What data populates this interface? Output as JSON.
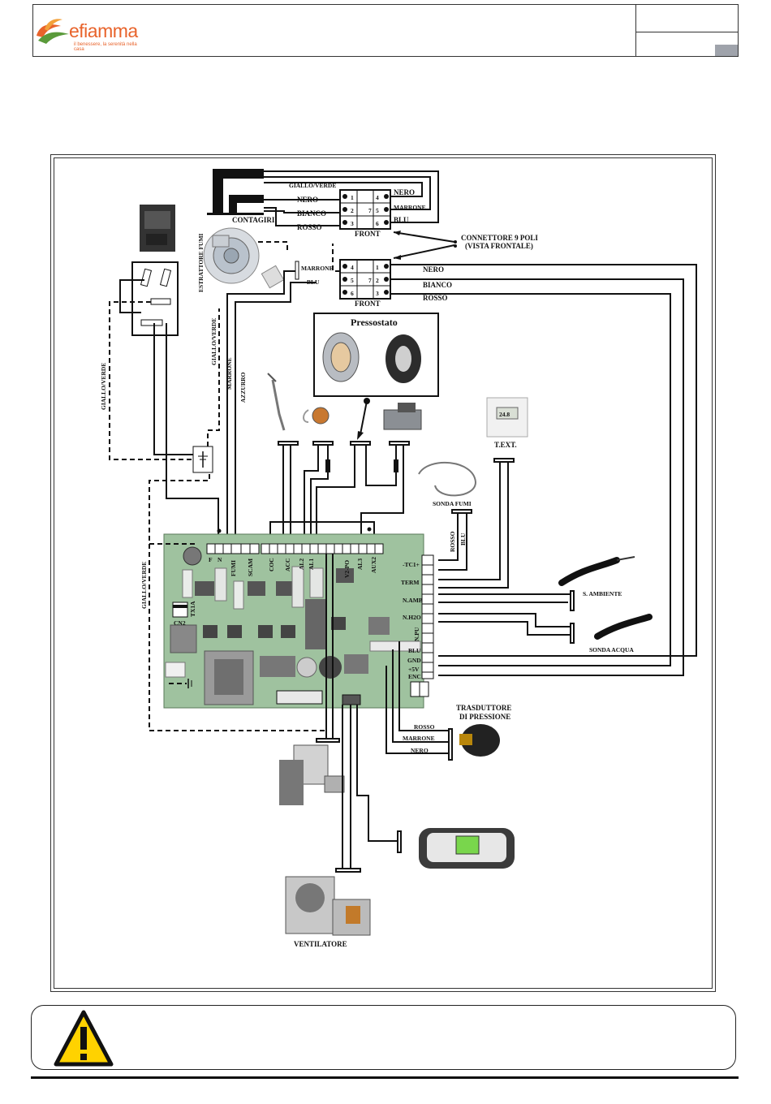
{
  "header": {
    "logo_name": "efiamma",
    "logo_tagline": "il benessere, la serenità nella casa"
  },
  "diagram": {
    "connector_top": {
      "title": "CONTAGIRI",
      "front": "FRONT",
      "pins_left": [
        "1",
        "2",
        "3"
      ],
      "pins_mid": [
        "7"
      ],
      "pins_right": [
        "4",
        "5",
        "6"
      ],
      "wire_labels_left": [
        "GIALLO/VERDE",
        "NERO",
        "BIANCO",
        "ROSSO"
      ],
      "wire_labels_right": [
        "NERO",
        "MARRONE",
        "BLU"
      ]
    },
    "connector_callout": [
      "CONNETTORE 9 POLI",
      "(VISTA FRONTALE)"
    ],
    "connector_bottom": {
      "front": "FRONT",
      "pins_left": [
        "4",
        "5",
        "6"
      ],
      "pins_mid": [
        "7"
      ],
      "pins_right": [
        "1",
        "2",
        "3"
      ],
      "wire_labels_left": [
        "MARRONE",
        "BLU"
      ],
      "wire_labels_right": [
        "NERO",
        "BIANCO",
        "ROSSO"
      ]
    },
    "extractor_label": "ESTRATTORE FUMI",
    "pressostato_label": "Pressostato",
    "vertical_labels": [
      "GIALLO/VERDE",
      "GIALLO/VERDE",
      "MARRONE",
      "AZZURRO",
      "GIALLO/VERDE"
    ],
    "text_label": "T.EXT.",
    "thermostat_display": "24.8",
    "sonda_fumi": "SONDA FUMI",
    "sonda_fumi_wires": [
      "ROSSO",
      "BLU"
    ],
    "board_top_terminals": [
      "F",
      "N",
      "FUMI",
      "SCAM",
      "COC",
      "ACC",
      "AL2",
      "AL1",
      "V2-PO",
      "AL3",
      "AUX2"
    ],
    "board_right_terminals": [
      "-TC1+",
      "TERM",
      "N.AMB",
      "N.H2O",
      "N.PU",
      "BLU",
      "GND",
      "+5V",
      "ENC"
    ],
    "board_left_terminals": [
      "TX1A",
      "CN2"
    ],
    "sensor_amb": "S. AMBIENTE",
    "sensor_acqua": "SONDA ACQUA",
    "transducer": [
      "TRASDUTTORE",
      "DI PRESSIONE"
    ],
    "transducer_wires": [
      "ROSSO",
      "MARRONE",
      "NERO"
    ],
    "fan": "VENTILATORE"
  },
  "colors": {
    "brand_orange": "#e8632b",
    "brand_green": "#5a9a3a",
    "pcb_green": "#9fc29f",
    "warning_yellow": "#ffd200"
  }
}
